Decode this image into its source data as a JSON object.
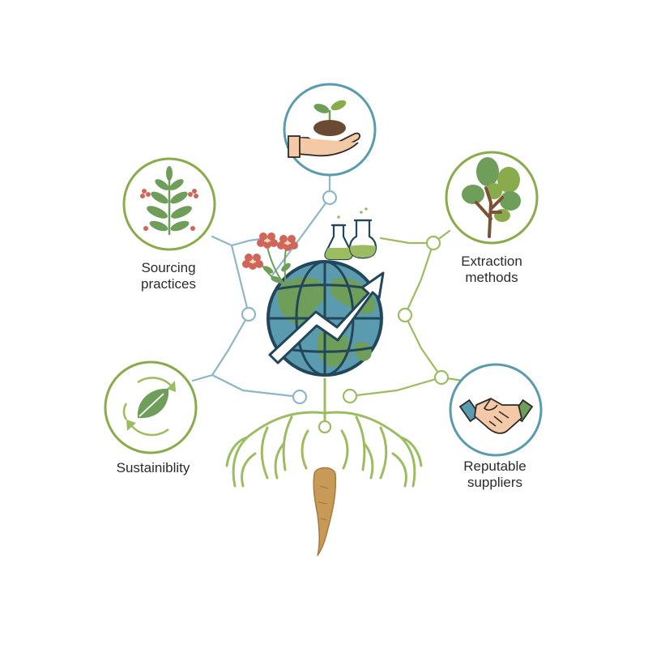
{
  "nodes": [
    {
      "id": "planting",
      "icon": "seedling-in-hand-icon",
      "color": "#5b9bb0",
      "label_lines": []
    },
    {
      "id": "sourcing",
      "icon": "herb-plant-icon",
      "color": "#8aab4c",
      "label_lines": [
        "Sourcing",
        "practices"
      ]
    },
    {
      "id": "extraction",
      "icon": "tree-icon",
      "color": "#8aab4c",
      "label_lines": [
        "Extraction",
        "methods"
      ]
    },
    {
      "id": "sustainability",
      "icon": "recycle-leaf-icon",
      "color": "#8aab4c",
      "label_lines": [
        "Sustainiblity"
      ]
    },
    {
      "id": "suppliers",
      "icon": "handshake-icon",
      "color": "#5b9bb0",
      "label_lines": [
        "Reputable",
        "suppliers"
      ]
    }
  ],
  "center": {
    "icon": "globe-with-growth-arrow-icon",
    "decorations": [
      "flowers-icon",
      "lab-flasks-icon",
      "roots-with-taproot-icon"
    ]
  },
  "colors": {
    "green_line": "#9cbc62",
    "blue_line": "#8db7c6",
    "globe_land": "#6f9e5b",
    "globe_ocean": "#5b9bb0",
    "globe_outline": "#23475a",
    "root_brown": "#c89a57",
    "flower_red": "#d0655a",
    "text": "#2b2b2b"
  }
}
